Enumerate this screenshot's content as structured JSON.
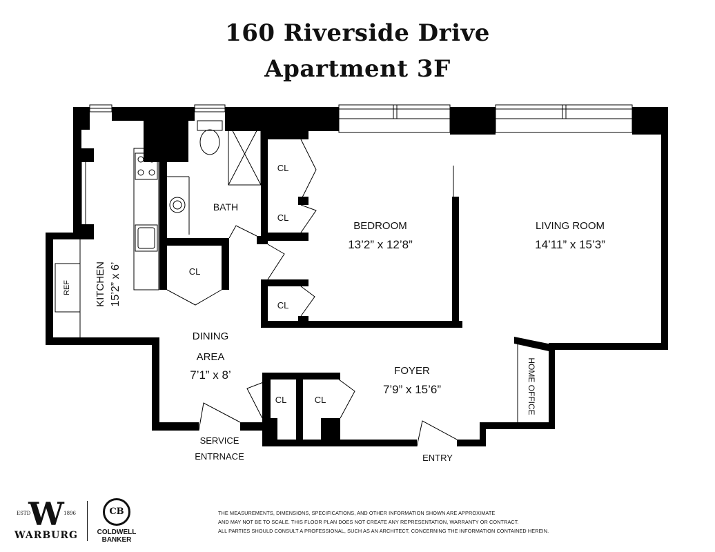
{
  "header": {
    "address": "160 Riverside Drive",
    "unit": "Apartment 3F"
  },
  "rooms": {
    "kitchen": {
      "name": "KITCHEN",
      "size": "15’2” x 6’"
    },
    "ref": "REF",
    "bath": "BATH",
    "closet": "CL",
    "bedroom": {
      "name": "BEDROOM",
      "size": "13’2” x 12’8”"
    },
    "living": {
      "name": "LIVING ROOM",
      "size": "14’11” x 15’3”"
    },
    "dining": {
      "name1": "DINING",
      "name2": "AREA",
      "size": "7’1” x 8’"
    },
    "foyer": {
      "name": "FOYER",
      "size": "7’9” x 15’6”"
    },
    "home_office": "HOME OFFICE",
    "service_entrance": {
      "line1": "SERVICE",
      "line2": "ENTRNACE"
    },
    "entry": "ENTRY"
  },
  "footer": {
    "disclaimer": [
      "The measurements, dimensions, specifications, and other information shown are approximate",
      "and may not be to scale. This floor plan does not create any representation, warranty or contract.",
      "All parties should consult a professional, such as an architect, concerning the information contained herein."
    ],
    "warburg": {
      "mark": "W",
      "est_left": "ESTD",
      "est_right": "1896",
      "name": "WARBURG"
    },
    "coldwell": {
      "mark": "CB",
      "line1": "COLDWELL",
      "line2": "BANKER"
    }
  }
}
